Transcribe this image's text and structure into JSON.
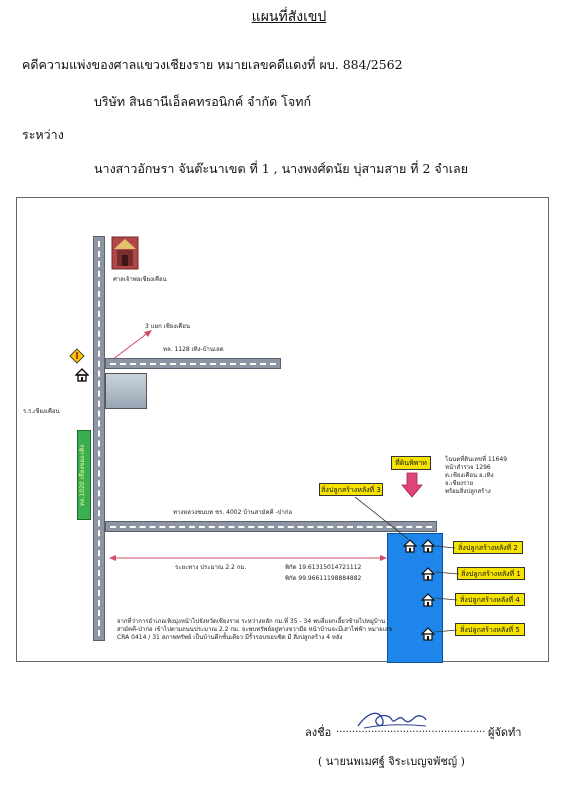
{
  "header": {
    "title": "แผนที่สังเขป",
    "case_line": "คดีความแพ่งของศาลแขวงเชียงราย  หมายเลขคดีแดงที่  ผบ.  884/2562",
    "plaintiff": "บริษัท สินธานีเอ็ลคทรอนิกค์  จำกัด  โจทก์",
    "between": "ระหว่าง",
    "defendants": "นางสาวอักษรา จันต๊ะนาเขต ที่ 1 , นางพงศ์ดนัย บุ่สามสาย  ที่ 2 จำเลย"
  },
  "map": {
    "court_label": "ศาลเจ้าพ่อเชียงเคือน",
    "junction_label": "3 แยก เชียงเคือน",
    "road_1128": "ทล.  1128 เทิง-บ้านเลด",
    "school_label": "ร.ร.เชียงเคือน",
    "green_sign": "ทล.1020 เชียงของ-เทิง",
    "road_4002": "ทางหลวงชนบท ชร. 4002  บ้านสามัคคี -ป่าก่อ",
    "distance": "ระยะทาง  ประมาณ  2.2  กม.",
    "coords_lat": "พิกัด  19.61315014721112",
    "coords_lon": "พิกัด  99.96611198884882",
    "location_label": "ที่ดินพิพาท",
    "deed_info": [
      "โฉนดที่ดินเลขที่  11649",
      "หน้าสำรวจ 1296",
      "ต.เชียงเคือน  อ.เทิง",
      "จ.เชียงราย",
      "พร้อมสิ่งปลูกสร้าง"
    ],
    "buildings": [
      "สิ่งปลูกสร้างหลังที่ 3",
      "สิ่งปลูกสร้างหลังที่ 2",
      "สิ่งปลูกสร้างหลังที่ 1",
      "สิ่งปลูกสร้างหลังที่ 4",
      "สิ่งปลูกสร้างหลังที่ 5"
    ],
    "directions": [
      "จากที่ว่าการอำเภอเทิงมุ่งหน้าไปจังหวัดเชียงราย ระหว่างหลัก กม.ที่  35 - 34  พบสี่แยกเลี้ยวซ้ายไปหมู่บ้าน",
      "สามัคคี-ป่าก่อ  เข้าไปตามถนนประมาณ  2.2 กม.  จะพบทรัพย์อยู่ทางขวามือ  หน้าบ้านจะมีเสาไฟฟ้า หมายเลข",
      "CRA 0414 / 31 สภาพทรัพย์ เป็นบ้านตึกชั้นเดียว มีรั้วรอบขอบชิด  มี  สิ่งปลูกสร้าง 4  หลัง"
    ],
    "colors": {
      "road": "#8d96a2",
      "plot": "#1e86ea",
      "label": "#f6e400",
      "arrow": "#e0457a",
      "sign": "#3cae52"
    }
  },
  "signature": {
    "sign_label": "ลงชื่อ",
    "dots": "...............................................",
    "role": "ผู้จัดทำ",
    "name": "( นายนพเมศฐ์ จิระเบญจพัชญ์ )"
  }
}
